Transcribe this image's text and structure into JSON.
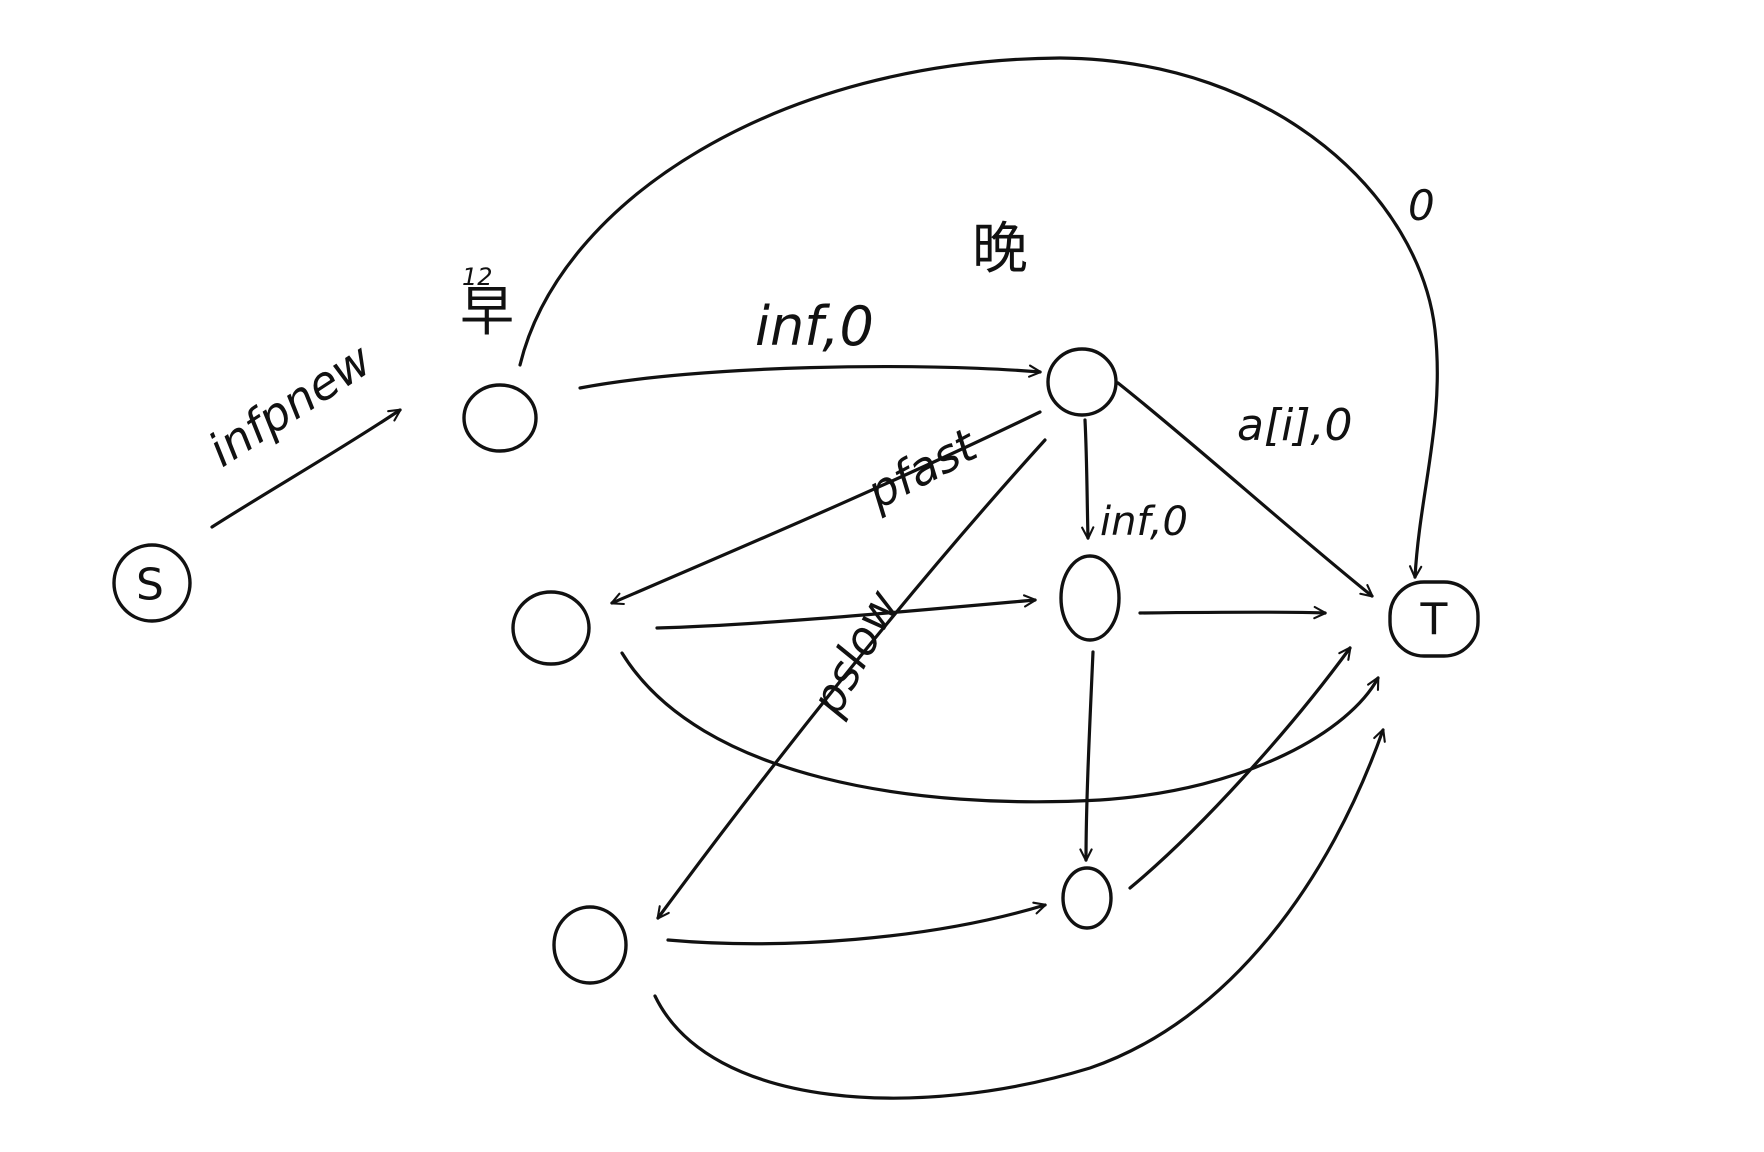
{
  "colors": {
    "ink": "#111111",
    "paper": "#ffffff"
  },
  "nodes": {
    "source": "S",
    "sink": "T"
  },
  "labels": {
    "s_to_morning": "infpnew",
    "morning": "早",
    "morning_hour": "12",
    "morning_to_night": "inf,0",
    "night": "晚",
    "night_to_t": "a[i],0",
    "top_arc": "0",
    "pfast": "pfast",
    "pslow": "pslow",
    "night_down": "inf,0"
  }
}
